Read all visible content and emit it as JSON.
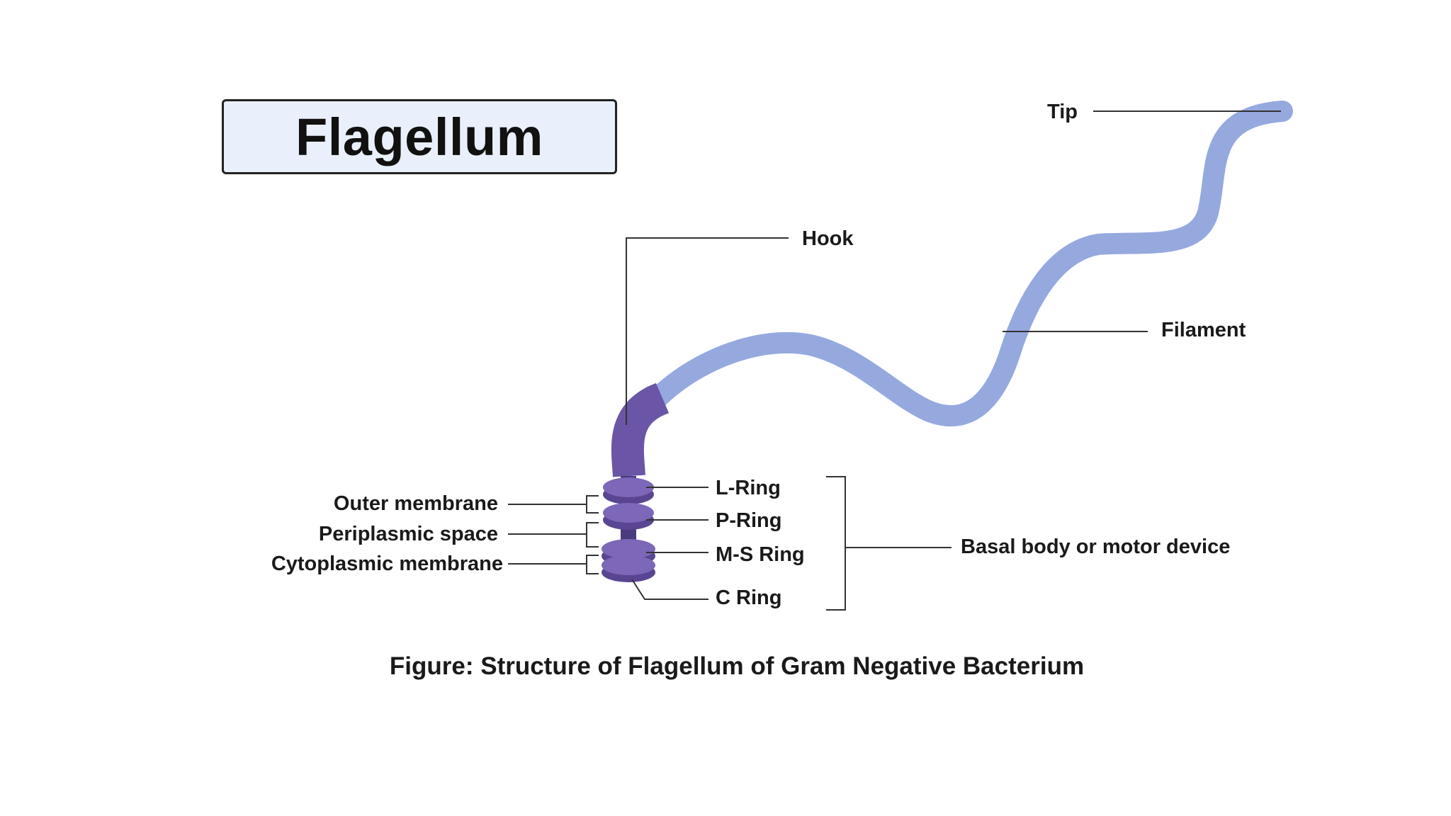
{
  "title": "Flagellum",
  "labels": {
    "tip": "Tip",
    "hook": "Hook",
    "filament": "Filament",
    "l_ring": "L-Ring",
    "p_ring": "P-Ring",
    "ms_ring": "M-S Ring",
    "c_ring": "C Ring",
    "basal_body": "Basal body or motor device",
    "outer_membrane": "Outer membrane",
    "periplasmic_space": "Periplasmic space",
    "cytoplasmic_membrane": "Cytoplasmic membrane"
  },
  "caption": "Figure: Structure of Flagellum of Gram Negative Bacterium",
  "colors": {
    "filament": "#95a9df",
    "hook": "#6a55a6",
    "rings": "#7d67b8",
    "ring_shadow": "#5a4592",
    "title_box": "#e9f0fb"
  }
}
